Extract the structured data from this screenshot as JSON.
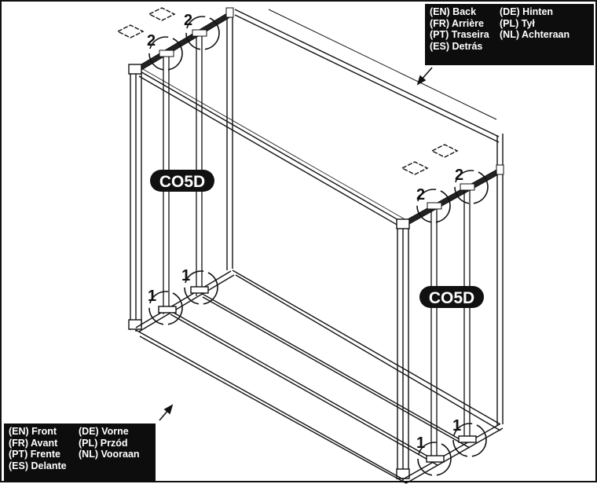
{
  "diagram": {
    "part_label": "CO5D",
    "callout_top": "2",
    "callout_bottom": "1"
  },
  "back_label": {
    "rows": [
      [
        "(EN) Back",
        "(DE) Hinten"
      ],
      [
        "(FR) Arrière",
        "(PL) Tył"
      ],
      [
        "(PT) Traseira",
        "(NL) Achteraan"
      ],
      [
        "(ES) Detrás",
        ""
      ]
    ]
  },
  "front_label": {
    "rows": [
      [
        "(EN) Front",
        "(DE) Vorne"
      ],
      [
        "(FR) Avant",
        "(PL) Przód"
      ],
      [
        "(PT) Frente",
        "(NL) Vooraan"
      ],
      [
        "(ES) Delante",
        ""
      ]
    ]
  }
}
